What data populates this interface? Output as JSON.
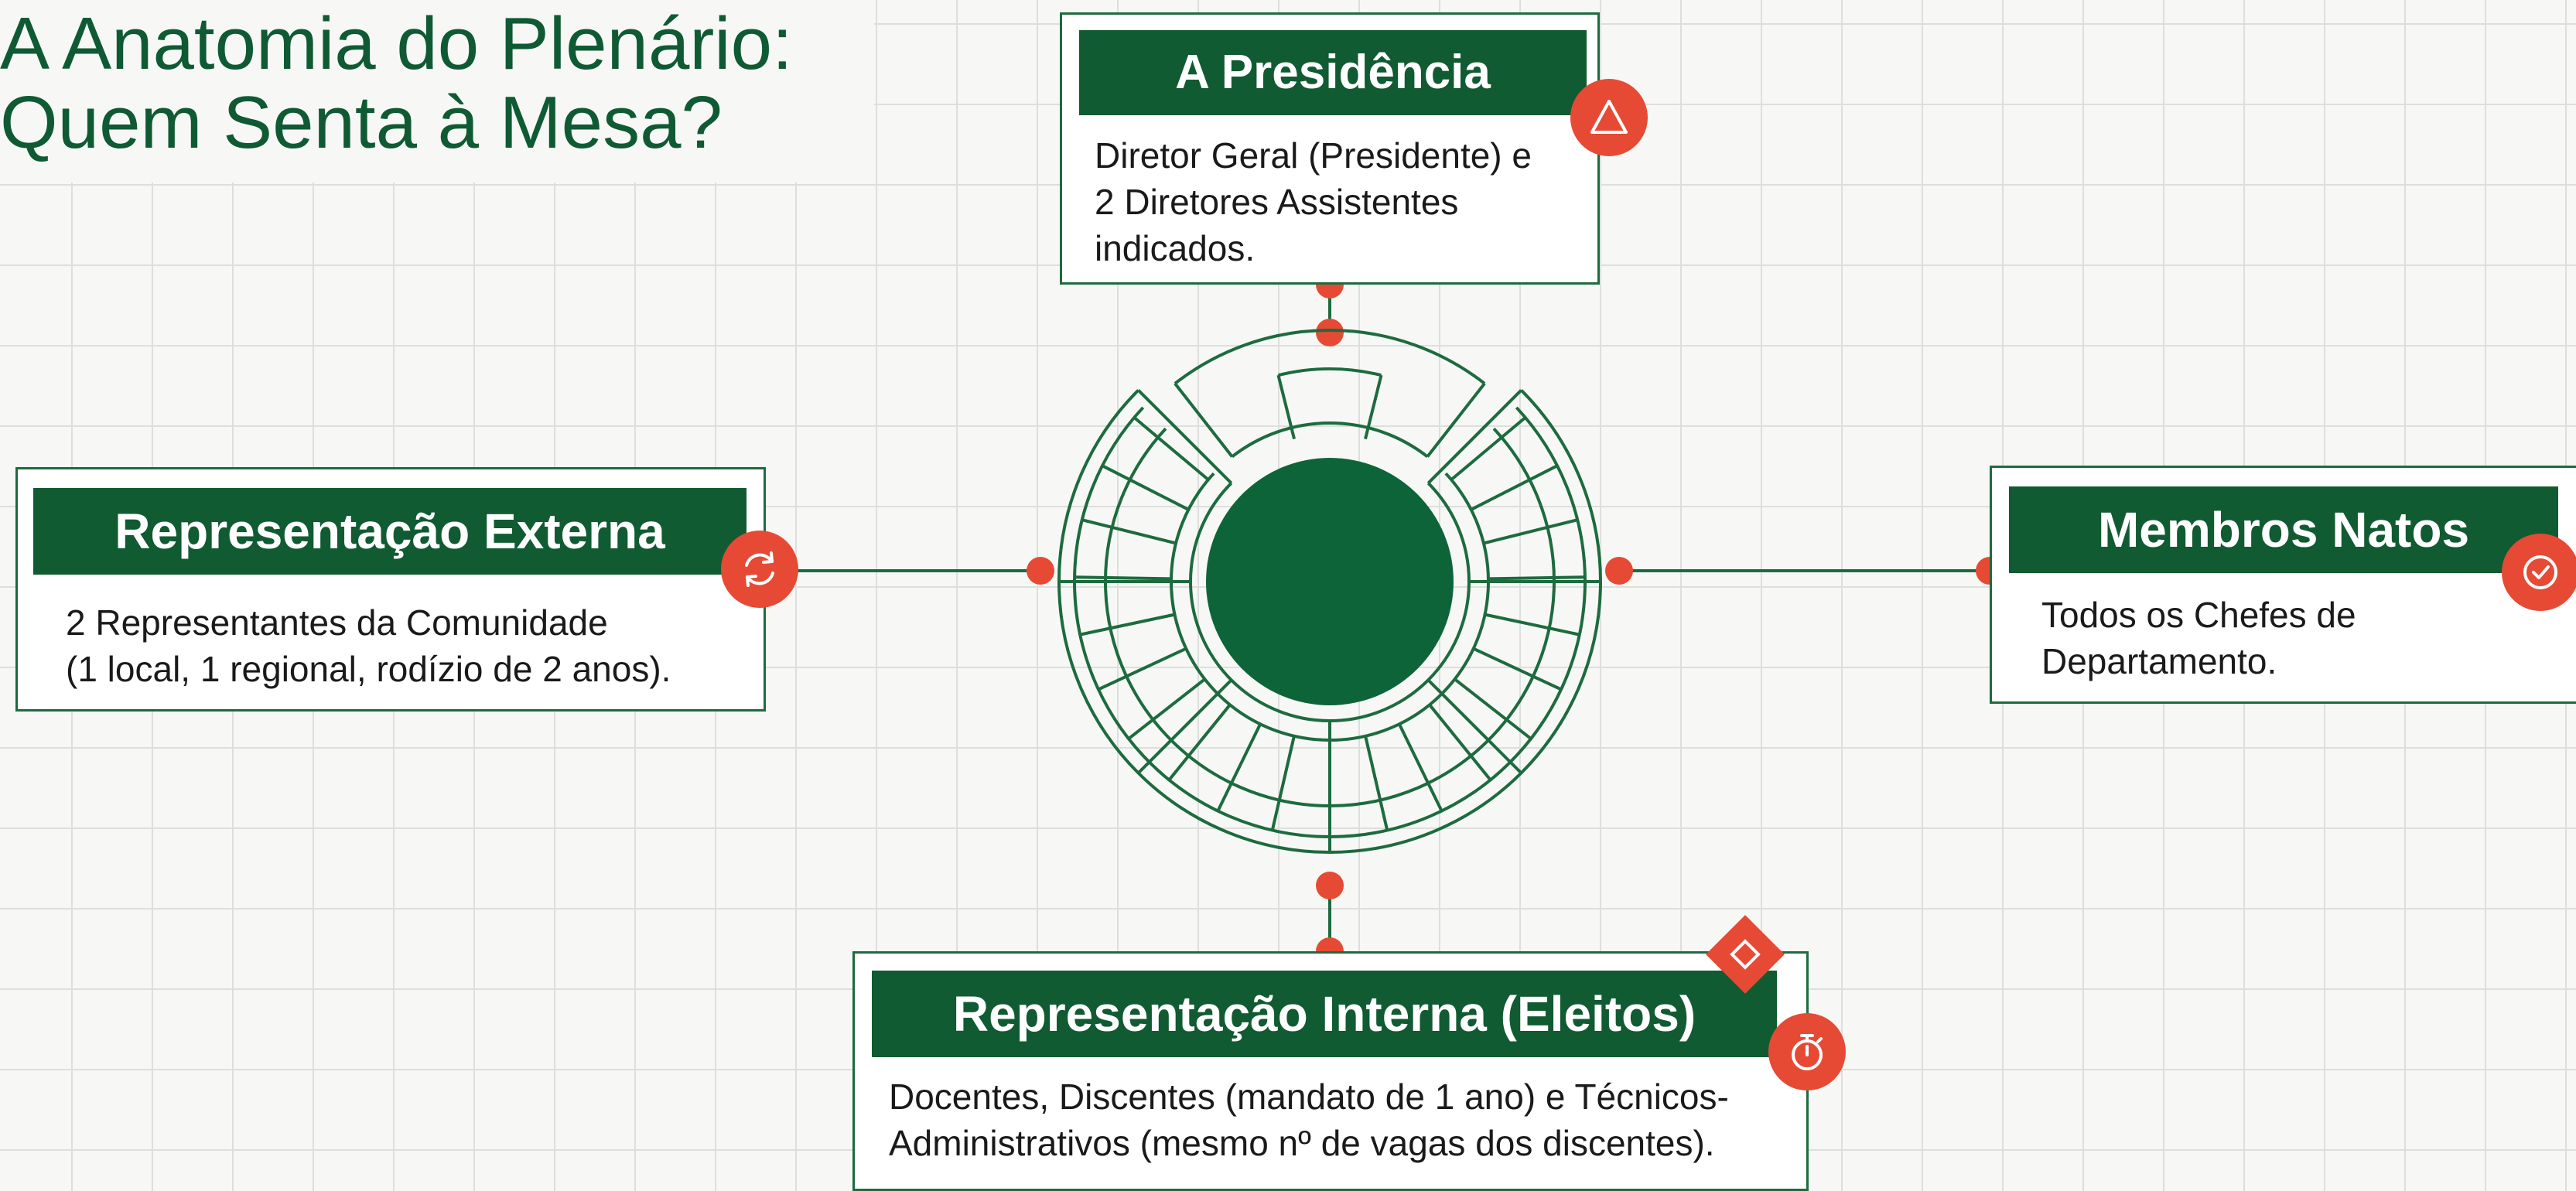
{
  "title": {
    "line1": "A Anatomia do Plenário:",
    "line2": "Quem Senta à Mesa?"
  },
  "colors": {
    "brand_green": "#115b32",
    "accent_red": "#e64a35",
    "line_green": "#1d6b3e",
    "background": "#f7f8f6"
  },
  "nodes": {
    "presidencia": {
      "title": "A Presidência",
      "body": "Diretor Geral (Presidente) e 2 Diretores Assistentes indicados.",
      "icon": "triangle-icon"
    },
    "externa": {
      "title": "Representação Externa",
      "body_line1": "2 Representantes da Comunidade",
      "body_line2": "(1 local, 1 regional, rodízio de 2 anos).",
      "icon": "refresh-icon"
    },
    "natos": {
      "title": "Membros Natos",
      "body_line1": "Todos os Chefes de",
      "body_line2": "Departamento.",
      "icon": "check-circle-icon"
    },
    "interna": {
      "title": "Representação Interna (Eleitos)",
      "body_line1": "Docentes, Discentes (mandato de 1 ano) e Técnicos-",
      "body_line2": "Administrativos (mesmo nº de vagas dos discentes).",
      "icon": "timer-icon",
      "extra_icon": "diamond-icon"
    }
  },
  "center_icon": "plenary-chamber-icon"
}
